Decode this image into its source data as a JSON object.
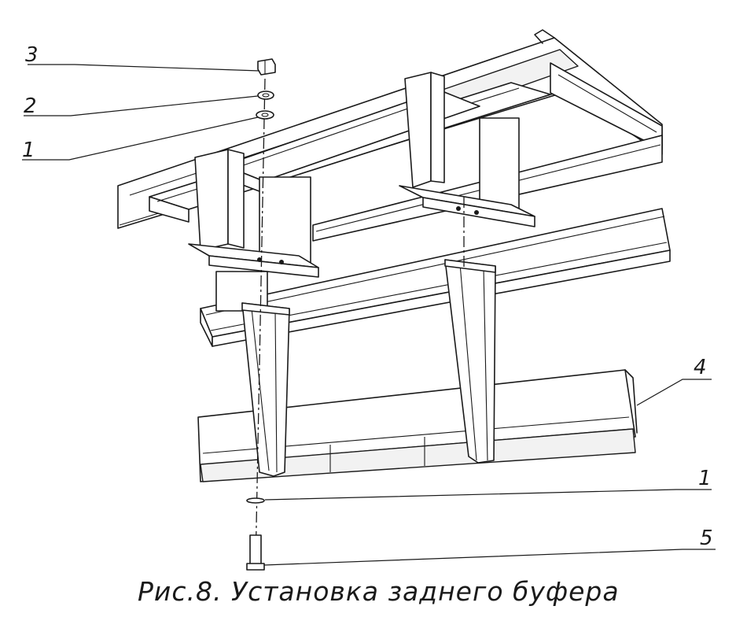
{
  "caption": "Рис.8. Установка заднего буфера",
  "callouts": [
    {
      "id": "c1",
      "label": "3"
    },
    {
      "id": "c2",
      "label": "2"
    },
    {
      "id": "c3",
      "label": "1"
    },
    {
      "id": "c4",
      "label": "4"
    },
    {
      "id": "c5",
      "label": "1"
    },
    {
      "id": "c6",
      "label": "5"
    }
  ]
}
